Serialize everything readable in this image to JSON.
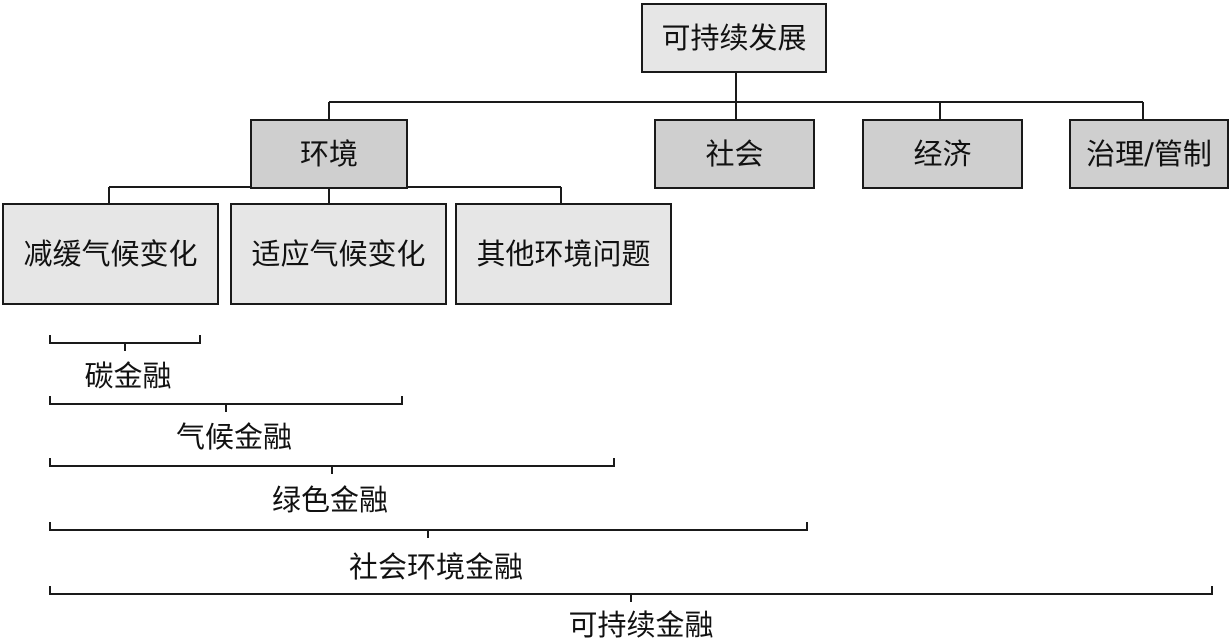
{
  "root": {
    "label": "可持续发展"
  },
  "pillars": [
    {
      "label": "环境"
    },
    {
      "label": "社会"
    },
    {
      "label": "经济"
    },
    {
      "label": "治理/管制"
    }
  ],
  "environment_children": [
    {
      "label": "减缓气候变化"
    },
    {
      "label": "适应气候变化"
    },
    {
      "label": "其他环境问题"
    }
  ],
  "finance_scopes": [
    {
      "label": "碳金融"
    },
    {
      "label": "气候金融"
    },
    {
      "label": "绿色金融"
    },
    {
      "label": "社会环境金融"
    },
    {
      "label": "可持续金融"
    }
  ],
  "colors": {
    "box_fill_dark": "#cfcfcf",
    "box_fill_light": "#e6e6e6",
    "line": "#1a1a1a"
  }
}
